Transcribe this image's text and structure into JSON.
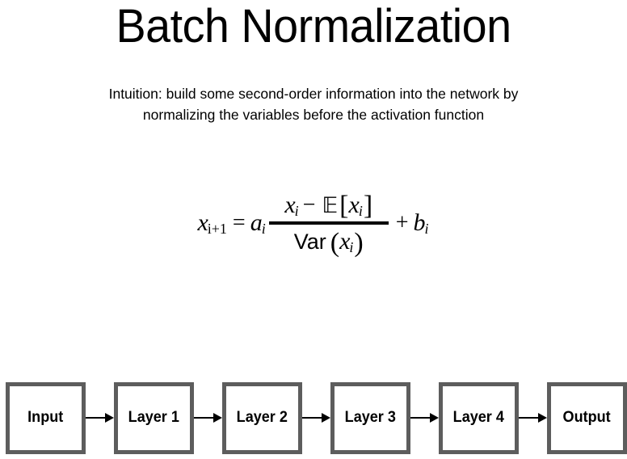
{
  "slide": {
    "title": "Batch Normalization",
    "subtitle": "Intuition: build some second-order information into the network by normalizing the variables before the activation function",
    "background_color": "#ffffff",
    "text_color": "#000000"
  },
  "formula": {
    "plain": "x_{i+1} = a_i (x_i - E[x_i]) / Var(x_i) + b_i",
    "lhs_var": "x",
    "lhs_sub": "i+1",
    "equals": "=",
    "coef_var": "a",
    "coef_sub": "i",
    "numerator": {
      "var1": "x",
      "sub1": "i",
      "minus": "−",
      "expectation": "ᴇ",
      "expectation_symbol": "𝔼",
      "bracket_open": "[",
      "var2": "x",
      "sub2": "i",
      "bracket_close": "]"
    },
    "denominator": {
      "func": "Var",
      "paren_open": "(",
      "var": "x",
      "sub": "i",
      "paren_close": ")"
    },
    "plus": "+",
    "bias_var": "b",
    "bias_sub": "i"
  },
  "diagram": {
    "type": "pipeline",
    "border_color": "#5d5d5d",
    "arrow_color": "#000000",
    "nodes": [
      {
        "label": "Input"
      },
      {
        "label": "Layer 1"
      },
      {
        "label": "Layer 2"
      },
      {
        "label": "Layer 3"
      },
      {
        "label": "Layer 4"
      },
      {
        "label": "Output"
      }
    ]
  }
}
